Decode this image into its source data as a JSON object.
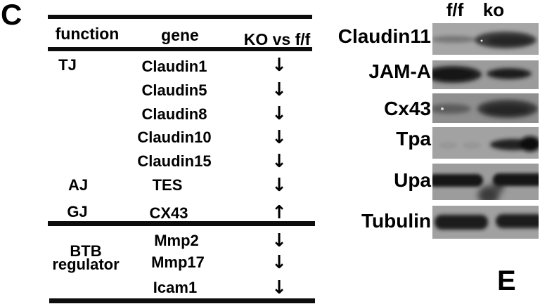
{
  "panel": {
    "label_c": "C",
    "label_e": "E"
  },
  "table": {
    "headers": {
      "function": "function",
      "gene": "gene",
      "comparison": "KO vs f/f"
    },
    "function_groups": [
      {
        "label": "TJ"
      },
      {
        "label": "AJ"
      },
      {
        "label": "GJ"
      },
      {
        "label": "BTB regulator"
      }
    ],
    "rows": [
      {
        "function": "TJ",
        "gene": "Claudin1",
        "change": "down",
        "arrow": "↓"
      },
      {
        "function": "TJ",
        "gene": "Claudin5",
        "change": "down",
        "arrow": "↓"
      },
      {
        "function": "TJ",
        "gene": "Claudin8",
        "change": "down",
        "arrow": "↓"
      },
      {
        "function": "TJ",
        "gene": "Claudin10",
        "change": "down",
        "arrow": "↓"
      },
      {
        "function": "TJ",
        "gene": "Claudin15",
        "change": "down",
        "arrow": "↓"
      },
      {
        "function": "AJ",
        "gene": "TES",
        "change": "down",
        "arrow": "↓"
      },
      {
        "function": "GJ",
        "gene": "CX43",
        "change": "up",
        "arrow": "↑"
      },
      {
        "function": "BTB regulator",
        "gene": "Mmp2",
        "change": "down",
        "arrow": "↓"
      },
      {
        "function": "BTB regulator",
        "gene": "Mmp17",
        "change": "down",
        "arrow": "↓"
      },
      {
        "function": "BTB regulator",
        "gene": "Icam1",
        "change": "down",
        "arrow": "↓"
      }
    ]
  },
  "blot": {
    "lanes": [
      "f/f",
      "ko"
    ],
    "rows": [
      {
        "protein": "Claudin11",
        "ff_band": "faint",
        "ko_band": "strong"
      },
      {
        "protein": "JAM-A",
        "ff_band": "strong",
        "ko_band": "medium"
      },
      {
        "protein": "Cx43",
        "ff_band": "weak",
        "ko_band": "strong"
      },
      {
        "protein": "Tpa",
        "ff_band": "very faint",
        "ko_band": "strong"
      },
      {
        "protein": "Upa",
        "ff_band": "strong",
        "ko_band": "strong"
      },
      {
        "protein": "Tubulin",
        "ff_band": "strong",
        "ko_band": "strong"
      }
    ]
  },
  "colors": {
    "text": "#000000",
    "rule": "#0d0d0d",
    "blot_background": "#9e9e9e",
    "band": "#1c1c1c",
    "page_background": "#ffffff"
  }
}
